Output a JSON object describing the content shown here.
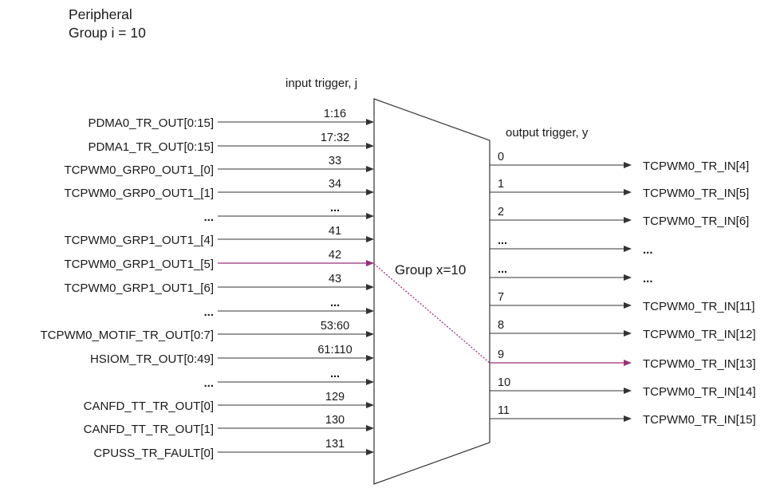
{
  "header": {
    "line1": "Peripheral",
    "line2": "Group i = 10"
  },
  "input_caption": "input trigger, j",
  "output_caption": "output trigger, y",
  "mux_label": "Group x=10",
  "colors": {
    "line": "#333333",
    "highlight": "#99307a",
    "text": "#1a1a1a"
  },
  "inputs": [
    {
      "label": "PDMA0_TR_OUT[0:15]",
      "index": "1:16"
    },
    {
      "label": "PDMA1_TR_OUT[0:15]",
      "index": "17:32"
    },
    {
      "label": "TCPWM0_GRP0_OUT1_[0]",
      "index": "33"
    },
    {
      "label": "TCPWM0_GRP0_OUT1_[1]",
      "index": "34"
    },
    {
      "label": "...",
      "index": "..."
    },
    {
      "label": "TCPWM0_GRP1_OUT1_[4]",
      "index": "41"
    },
    {
      "label": "TCPWM0_GRP1_OUT1_[5]",
      "index": "42",
      "highlight": true
    },
    {
      "label": "TCPWM0_GRP1_OUT1_[6]",
      "index": "43"
    },
    {
      "label": "...",
      "index": "..."
    },
    {
      "label": "TCPWM0_MOTIF_TR_OUT[0:7]",
      "index": "53:60"
    },
    {
      "label": "HSIOM_TR_OUT[0:49]",
      "index": "61:110"
    },
    {
      "label": "...",
      "index": "..."
    },
    {
      "label": "CANFD_TT_TR_OUT[0]",
      "index": "129"
    },
    {
      "label": "CANFD_TT_TR_OUT[1]",
      "index": "130"
    },
    {
      "label": "CPUSS_TR_FAULT[0]",
      "index": "131"
    }
  ],
  "outputs": [
    {
      "index": "0",
      "label": "TCPWM0_TR_IN[4]"
    },
    {
      "index": "1",
      "label": "TCPWM0_TR_IN[5]"
    },
    {
      "index": "2",
      "label": "TCPWM0_TR_IN[6]"
    },
    {
      "index": "...",
      "label": "..."
    },
    {
      "index": "...",
      "label": "..."
    },
    {
      "index": "7",
      "label": "TCPWM0_TR_IN[11]"
    },
    {
      "index": "8",
      "label": "TCPWM0_TR_IN[12]"
    },
    {
      "index": "9",
      "label": "TCPWM0_TR_IN[13]",
      "highlight": true
    },
    {
      "index": "10",
      "label": "TCPWM0_TR_IN[14]"
    },
    {
      "index": "11",
      "label": "TCPWM0_TR_IN[15]"
    }
  ]
}
